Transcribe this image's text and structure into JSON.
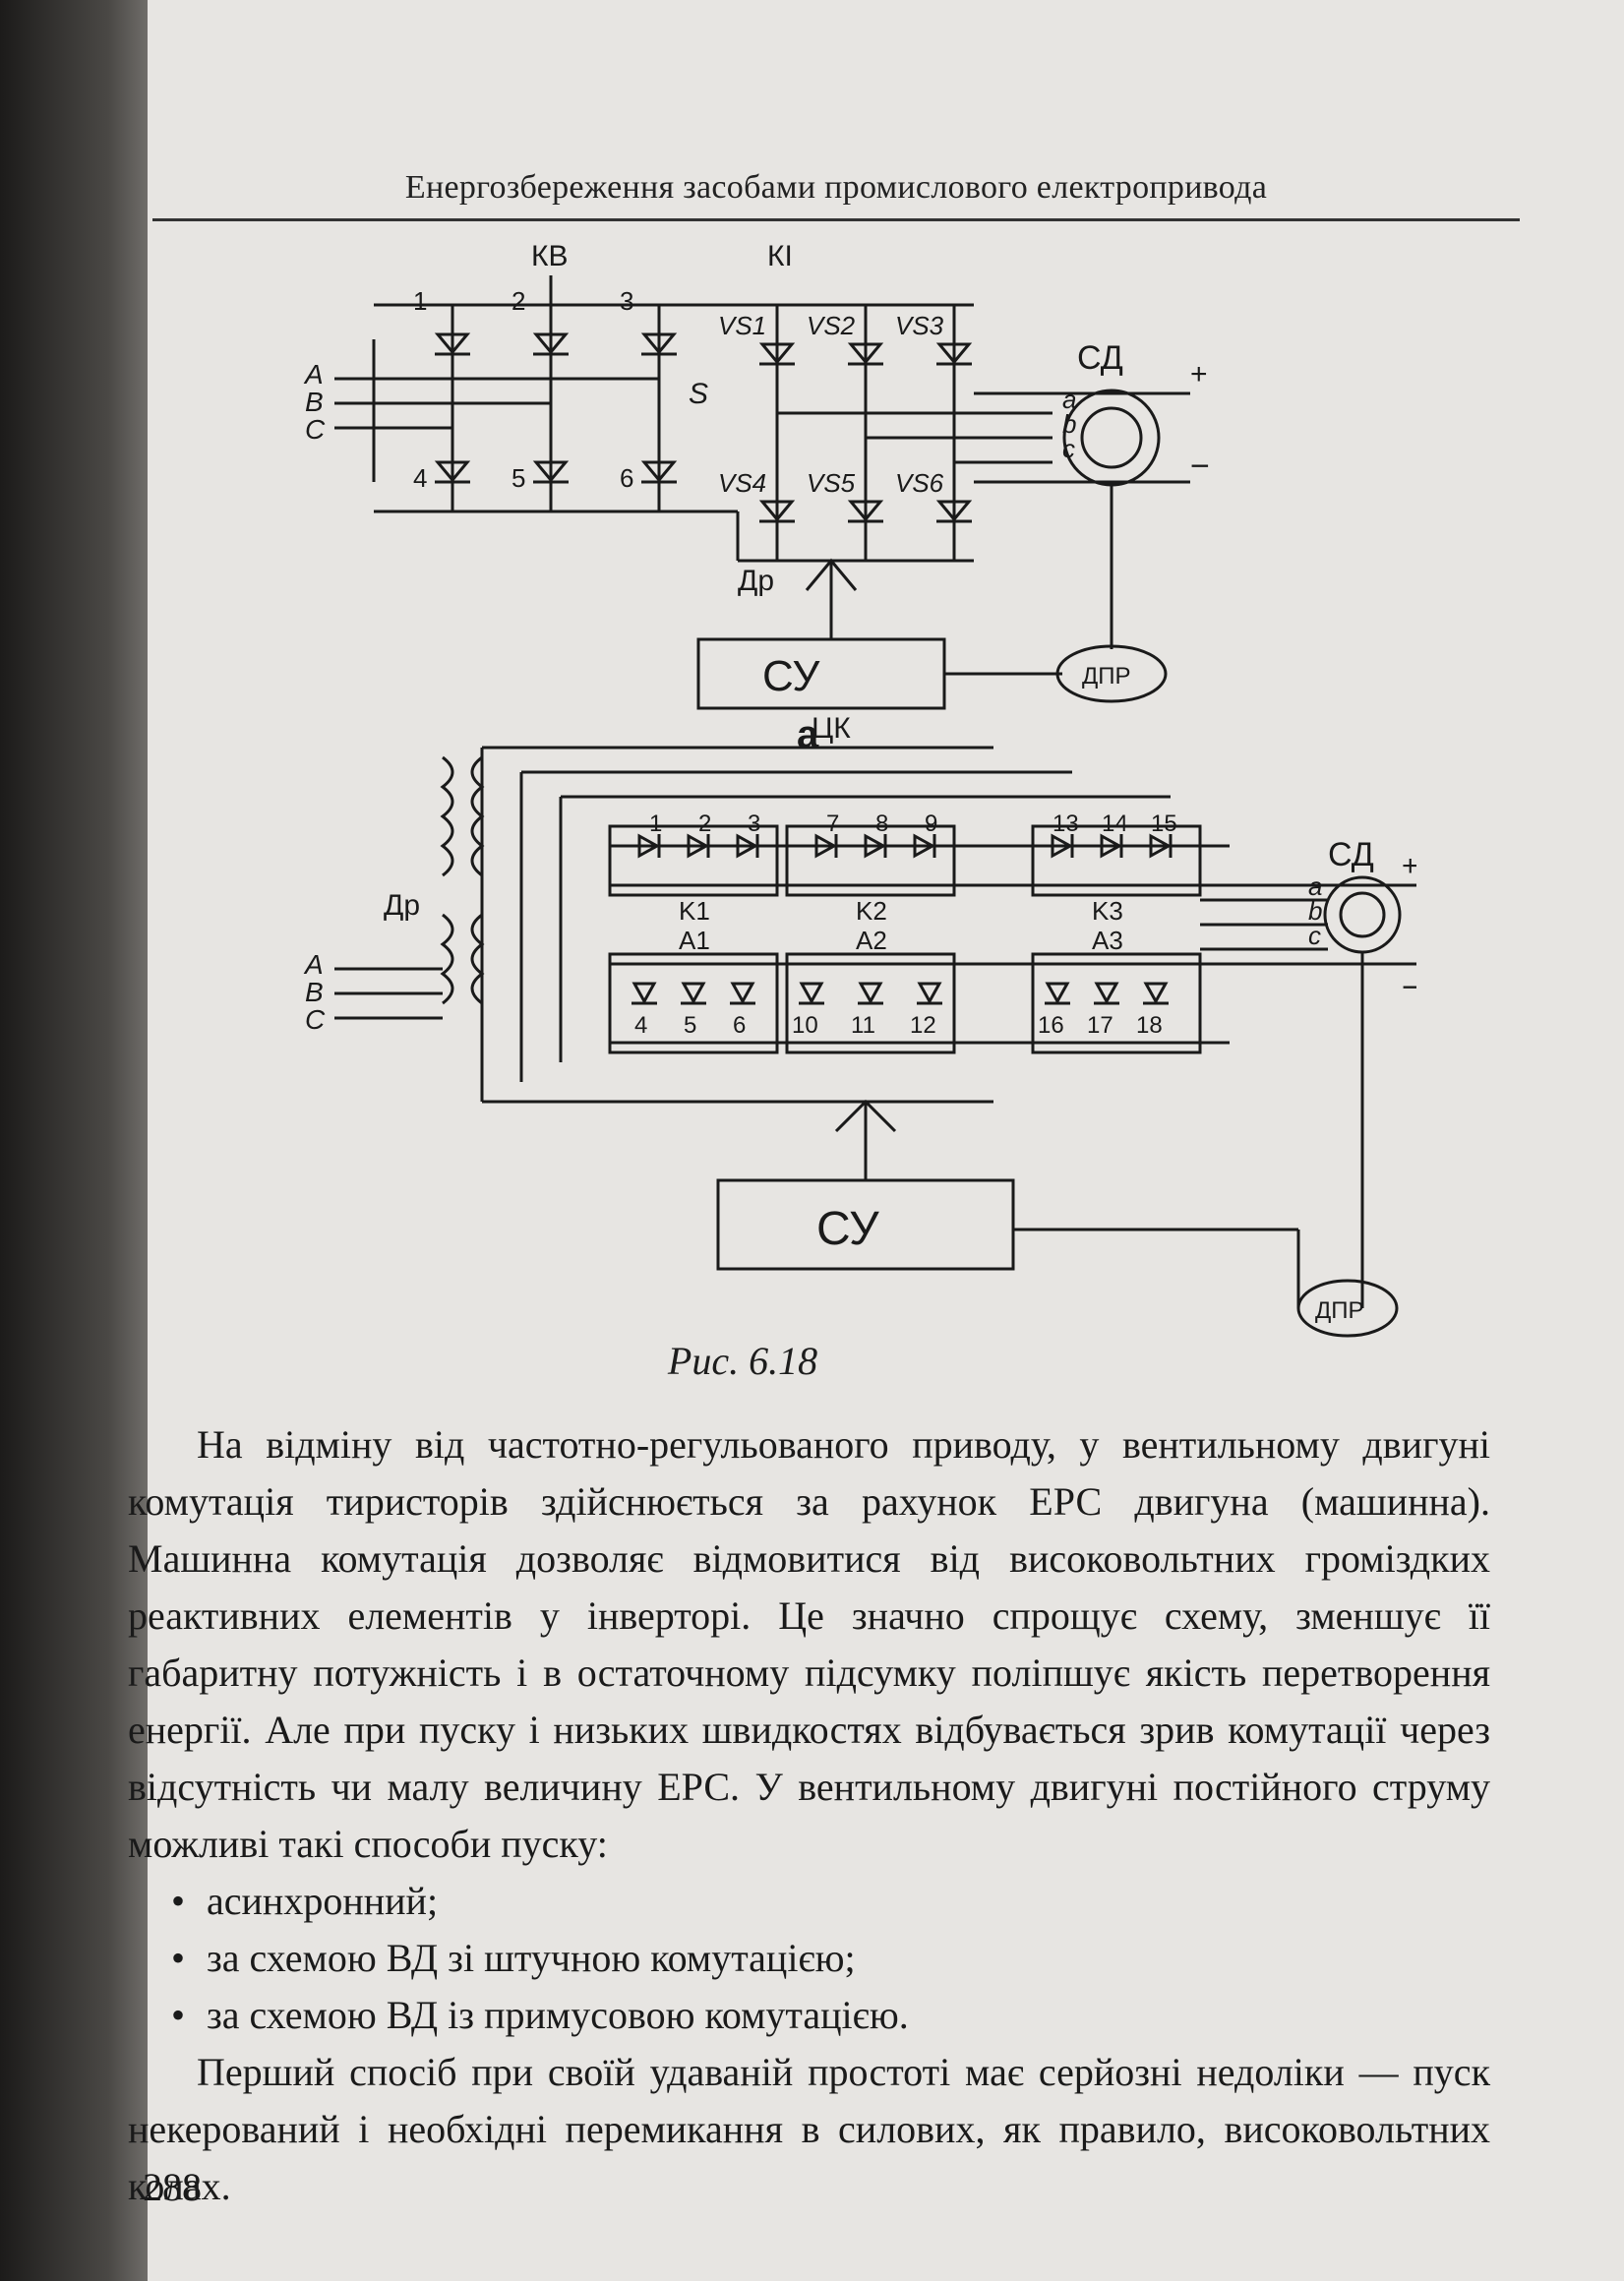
{
  "header": {
    "title": "Енергозбереження засобами промислового електропривода"
  },
  "figure": {
    "diagram_a": {
      "labels": {
        "kv": "КВ",
        "ki": "КI",
        "sd": "СД",
        "dr": "Др",
        "su": "СУ",
        "dpr": "ДПР",
        "sub": "а",
        "s": "S",
        "plus": "+",
        "minus": "−",
        "phase_a_in": "A",
        "phase_b_in": "B",
        "phase_c_in": "C",
        "motor_a": "a",
        "motor_b": "b",
        "motor_c": "c"
      },
      "kv_numbers": [
        "1",
        "2",
        "3",
        "4",
        "5",
        "6"
      ],
      "thyristors_top": [
        "VS1",
        "VS2",
        "VS3"
      ],
      "thyristors_bottom": [
        "VS4",
        "VS5",
        "VS6"
      ]
    },
    "diagram_b": {
      "labels": {
        "dr": "Др",
        "ck": "ЦК",
        "sd": "СД",
        "su": "СУ",
        "dpr": "ДПР",
        "k1": "K1",
        "k2": "K2",
        "k3": "K3",
        "a1": "A1",
        "a2": "A2",
        "a3": "A3",
        "plus": "+",
        "minus": "−",
        "phase_a_in": "A",
        "phase_b_in": "B",
        "phase_c_in": "C",
        "motor_a": "a",
        "motor_b": "b",
        "motor_c": "c"
      },
      "top_numbers": [
        "1",
        "2",
        "3",
        "7",
        "8",
        "9",
        "13",
        "14",
        "15"
      ],
      "bottom_numbers": [
        "4",
        "5",
        "6",
        "10",
        "11",
        "12",
        "16",
        "17",
        "18"
      ]
    },
    "caption": "Рис. 6.18"
  },
  "body": {
    "paragraph_1": "На відміну від частотно-регульованого приводу, у вентильному двигуні комутація тиристорів здійснюється за рахунок ЕРС двигуна (машинна). Машинна комутація дозволяє відмовитися від високовольтних громіздких реактивних елементів у інверторі. Це значно спрощує схему, зменшує її габаритну потужність і в остаточному підсумку поліпшує якість перетворення енергії. Але при пуску і низьких швидкостях відбувається зрив комутації через відсутність чи малу величину ЕРС. У вентильному двигуні постійного струму можливі такі способи пуску:",
    "bullets": [
      "асинхронний;",
      "за схемою ВД зі штучною комутацією;",
      "за схемою ВД із примусовою комутацією."
    ],
    "paragraph_2": "Перший спосіб при своїй удаваній простоті має серйозні недоліки — пуск некерований і необхідні перемикання в силових, як правило, високовольтних колах."
  },
  "page_number": "288"
}
